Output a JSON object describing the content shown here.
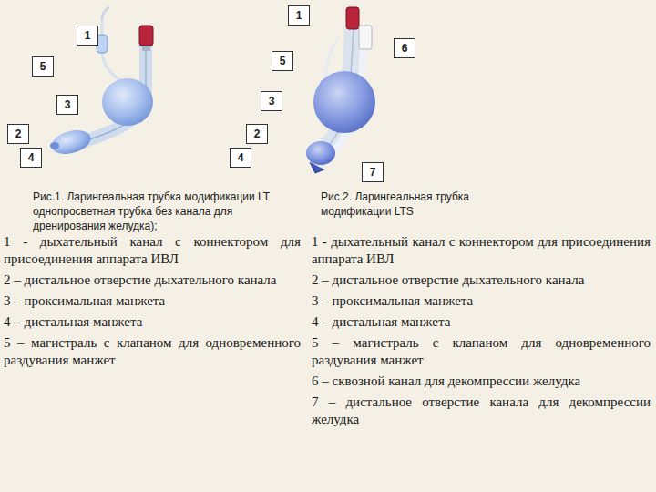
{
  "diagram": {
    "labels": [
      "1",
      "5",
      "3",
      "2",
      "4",
      "1",
      "6",
      "5",
      "3",
      "2",
      "4",
      "7",
      "Рис.1. Ларингеальная трубка модификации LT однопросветная трубка без канала для дренирования желудка);",
      "Рис.2. Ларингеальная трубка модификации LTS",
      "1 - дыхательный канал с коннектором для присоединения аппарата ИВЛ",
      "2 – дистальное отверстие дыхательного канала",
      "3 – проксимальная манжета",
      "4 – дистальная манжета",
      "5 – магистраль с клапаном для одновременного раздувания манжет",
      "1 - дыхательный канал с коннектором для присоединения аппарата ИВЛ",
      "2 – дистальное отверстие дыхательного канала",
      "3 – проксимальная манжета",
      "4 – дистальная манжета",
      "5 – магистраль с клапаном для одновременного раздувания манжет",
      "6 – сквозной канал для декомпрессии желудка",
      "7 – дистальное отверстие канала для декомпрессии желудка"
    ]
  }
}
